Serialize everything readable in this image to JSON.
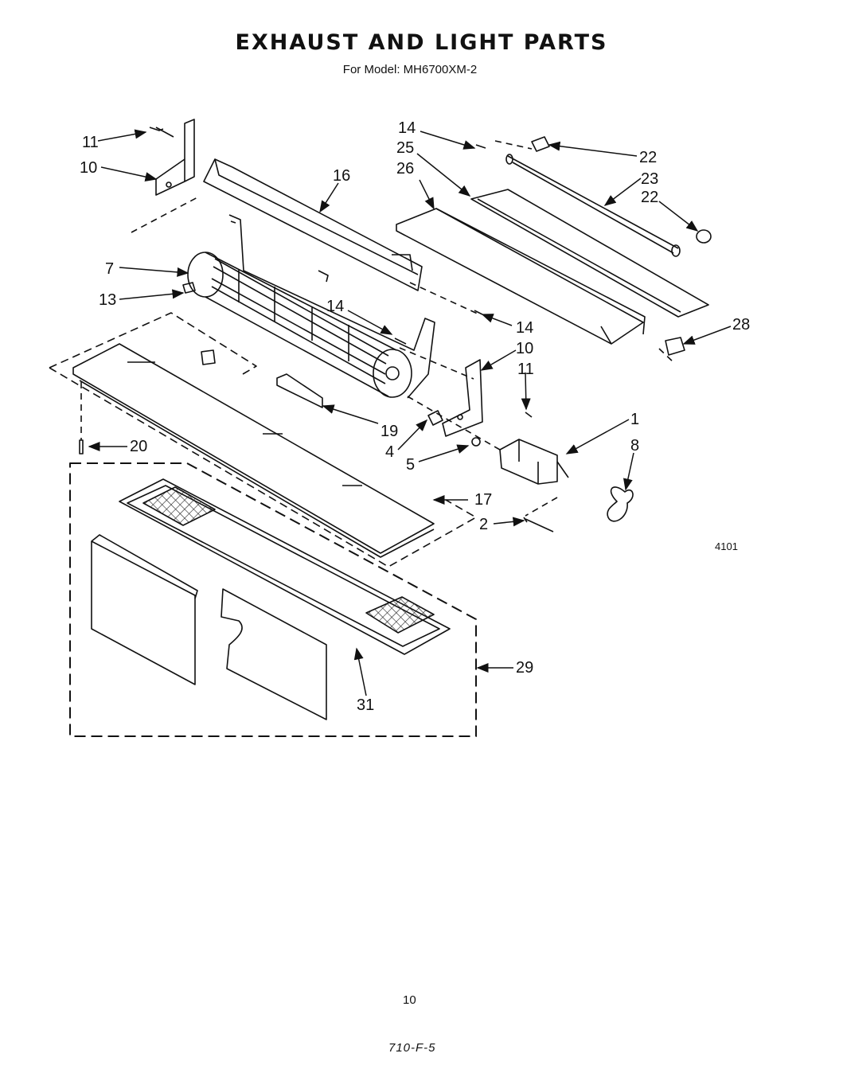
{
  "title": "EXHAUST AND LIGHT PARTS",
  "subtitle": "For Model: MH6700XM-2",
  "drawing_code": "4101",
  "page_number": "10",
  "handwritten_stamp": "710-F-5",
  "callouts": [
    {
      "id": "c11a",
      "label": "11"
    },
    {
      "id": "c10a",
      "label": "10"
    },
    {
      "id": "c16",
      "label": "16"
    },
    {
      "id": "c14a",
      "label": "14"
    },
    {
      "id": "c25",
      "label": "25"
    },
    {
      "id": "c26",
      "label": "26"
    },
    {
      "id": "c22a",
      "label": "22"
    },
    {
      "id": "c23",
      "label": "23"
    },
    {
      "id": "c22b",
      "label": "22"
    },
    {
      "id": "c7",
      "label": "7"
    },
    {
      "id": "c13",
      "label": "13"
    },
    {
      "id": "c14b",
      "label": "14"
    },
    {
      "id": "c14c",
      "label": "14"
    },
    {
      "id": "c28",
      "label": "28"
    },
    {
      "id": "c10b",
      "label": "10"
    },
    {
      "id": "c11b",
      "label": "11"
    },
    {
      "id": "c1",
      "label": "1"
    },
    {
      "id": "c8",
      "label": "8"
    },
    {
      "id": "c19",
      "label": "19"
    },
    {
      "id": "c4",
      "label": "4"
    },
    {
      "id": "c5",
      "label": "5"
    },
    {
      "id": "c20",
      "label": "20"
    },
    {
      "id": "c17",
      "label": "17"
    },
    {
      "id": "c2",
      "label": "2"
    },
    {
      "id": "c29",
      "label": "29"
    },
    {
      "id": "c31",
      "label": "31"
    }
  ]
}
